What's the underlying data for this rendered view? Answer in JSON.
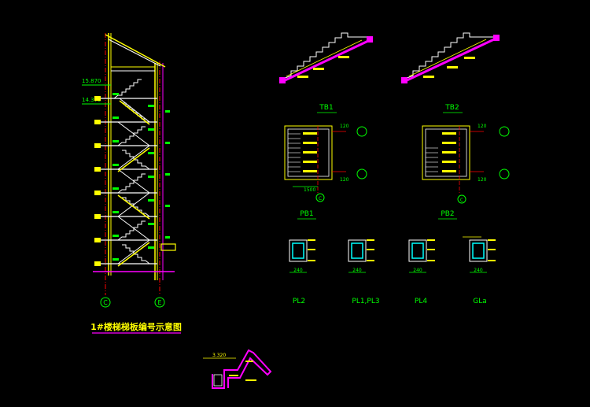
{
  "drawing": {
    "title": "1#楼梯梯板编号示意图",
    "axis_left": "C",
    "axis_right": "E",
    "level_top_1": "15.870",
    "level_top_2": "14.370",
    "level_bottom": "3.320",
    "stair_left_label": "TB1",
    "stair_right_label": "TB2",
    "plan_left_label": "PB1",
    "plan_right_label": "PB2",
    "plan_axis_left": "C",
    "plan_axis_right": "C",
    "plan_dim_left": "1500",
    "plan_dim_a": "120",
    "plan_dim_b": "120",
    "beams": [
      {
        "label": "PL2",
        "width": "240"
      },
      {
        "label": "PL1,PL3",
        "width": "240"
      },
      {
        "label": "PL4",
        "width": "240"
      },
      {
        "label": "GLa",
        "width": "240"
      }
    ]
  },
  "colors": {
    "background": "#000000",
    "yellow": "#ffff00",
    "magenta": "#ff00ff",
    "green": "#00ff00",
    "cyan": "#00ffff",
    "white": "#ffffff",
    "red": "#ff3030"
  }
}
